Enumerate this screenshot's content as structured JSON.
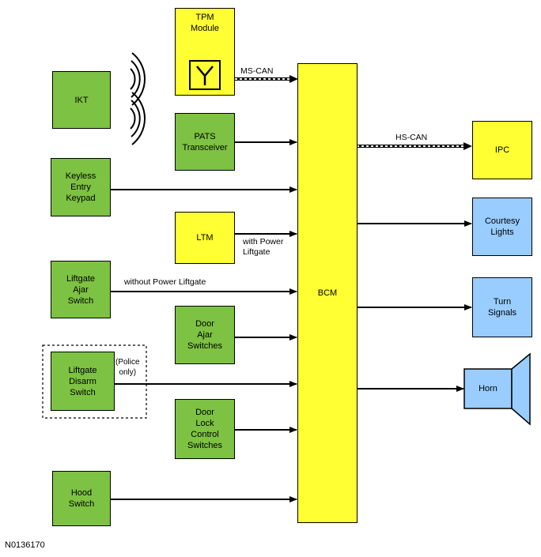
{
  "figure_id": "N0136170",
  "modules": {
    "tpm": "TPM\nModule",
    "ikt": "IKT",
    "pats": "PATS\nTransceiver",
    "keypad": "Keyless\nEntry\nKeypad",
    "ltm": "LTM",
    "liftgate_ajar": "Liftgate\nAjar\nSwitch",
    "door_ajar": "Door\nAjar\nSwitches",
    "liftgate_disarm": "Liftgate\nDisarm\nSwitch",
    "door_lock": "Door\nLock\nControl\nSwitches",
    "hood": "Hood\nSwitch",
    "bcm": "BCM",
    "ipc": "IPC",
    "courtesy": "Courtesy\nLights",
    "turn": "Turn\nSignals",
    "horn": "Horn"
  },
  "labels": {
    "ms_can": "MS-CAN",
    "hs_can": "HS-CAN",
    "with_power_liftgate": "with Power\nLiftgate",
    "without_power_liftgate": "without Power Liftgate",
    "police_only": "(Police\nonly)"
  },
  "colors": {
    "green": "#7dc242",
    "yellow": "#ffff33",
    "blue": "#99ccff"
  }
}
